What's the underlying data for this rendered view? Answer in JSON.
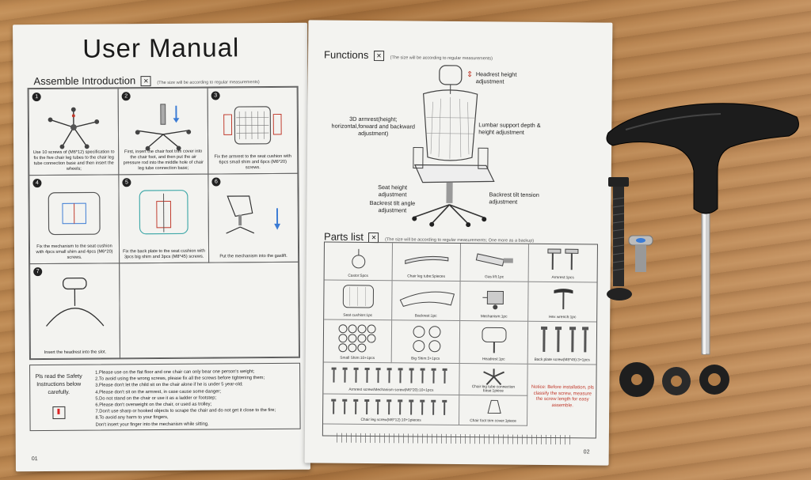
{
  "left_page": {
    "title": "User Manual",
    "section_title": "Assemble Introduction",
    "section_note": "(The size will be according to regular measurements)",
    "steps": [
      {
        "n": "1",
        "caption": "Use 10 screws of (M6*12) specification to fix the five chair leg tubes to the chair leg tube connection base and then insert the wheels;"
      },
      {
        "n": "2",
        "caption": "First, insert the chair foot trim cover into the chair foot, and then put the air pressure rod into the middle hole of chair leg tube connection base;"
      },
      {
        "n": "3",
        "caption": "Fix the armrest to the seat cushion with 6pcs small shim and 6pcs (M6*20) screws."
      },
      {
        "n": "4",
        "caption": "Fix the mechanism to the seat cushion with 4pcs small shim and 4pcs (M6*20) screws."
      },
      {
        "n": "5",
        "caption": "Fix the back plate to the seat cushion with 3pcs big shim and 3pcs (M8*45) screws."
      },
      {
        "n": "6",
        "caption": "Put the mechanism into the gaslift."
      },
      {
        "n": "7",
        "caption": "Insert the headrest into the slot."
      }
    ],
    "safety_label": "Pls read the Safety Instructions below carefully.",
    "safety_lines": [
      "1.Please use on the flat floor and one chair can only bear one person's weight;",
      "2.To avoid using the wrong screws, please fix all the screws before tightening them;",
      "3.Please don't let the child sit on the chair alone if he is under 5 year-old;",
      "4.Please don't sit on the armrest, in case cause some danger;",
      "5.Do not stand on the chair or use it as a ladder or footstep;",
      "6.Please don't overweight on the chair, or used as trolley;",
      "7.Don't use sharp or hooked objects to scrape the chair and do not get it close to the fire;",
      "8.To avoid any harm to your fingers,",
      "Don't insert your finger into the mechanism while sitting."
    ],
    "page_number": "01"
  },
  "right_page": {
    "functions_title": "Functions",
    "functions_note": "(The size will be according to regular measurements)",
    "labels": {
      "headrest": "Headrest height adjustment",
      "armrest": "3D armrest(height; horizontal,forward and backward adjustment)",
      "lumbar": "Lumbar support depth & height adjustment",
      "seat": "Seat height adjustment",
      "backrest_angle": "Backrest tilt angle adjustment",
      "backrest_tension": "Backrest tilt tension adjustment"
    },
    "parts_title": "Parts list",
    "parts_note": "(The size will be according to regular measurements; One more as a backup)",
    "parts": [
      "Castor:5pcs",
      "Chair leg tube:5pieces",
      "Gas lift:1pc",
      "Armrest:1pcs",
      "Seat cushion:1pc",
      "Backrest:1pc",
      "Mechanism:1pc",
      "Hex wrench:1pc",
      "Small Shim:10+1pcs",
      "Big Shim:3+1pcs",
      "Headrest:1pc",
      "Back plate screw(M8*45):3+1pcs",
      "Armrest screw/Mechanism screw(M6*20):10+1pcs",
      "Chair leg tube connection base:1piece",
      "Chair leg screw(M6*12):10+1pieces",
      "Chair foot trim cover:1piece"
    ],
    "notice": "Notice: Before installation, pls classify the screw, measure the screw length for easy assemble.",
    "page_number": "02"
  }
}
